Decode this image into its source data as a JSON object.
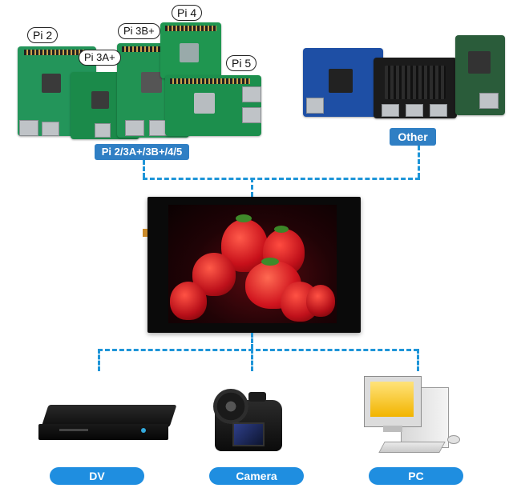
{
  "top_labels": {
    "pi2": "Pi 2",
    "pi3a": "Pi 3A+",
    "pi3b": "Pi 3B+",
    "pi4": "Pi 4",
    "pi5": "Pi 5"
  },
  "pi_group_tag": "Pi 2/3A+/3B+/4/5",
  "other_tag": "Other",
  "devices": [
    {
      "label": "DV"
    },
    {
      "label": "Camera"
    },
    {
      "label": "PC"
    }
  ],
  "colors": {
    "connector": "#1e95d8",
    "pill": "#1f8ee0",
    "pi_tag": "#2f7fc4",
    "board_green": "#1e8e4e"
  }
}
